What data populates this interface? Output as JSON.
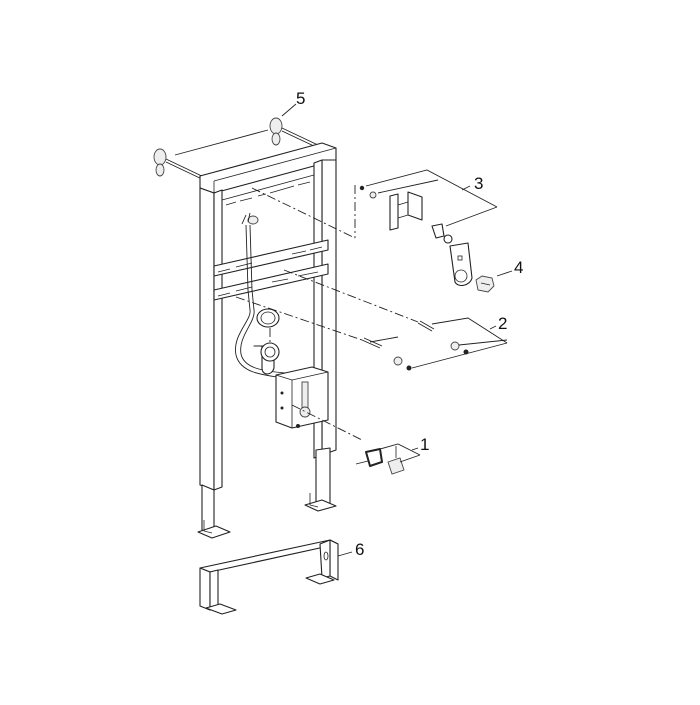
{
  "diagram": {
    "type": "exploded-view technical drawing",
    "subject": "wall-mounted installation frame with fittings",
    "callouts": [
      {
        "id": "1",
        "label": "1",
        "part": "control-module-box"
      },
      {
        "id": "2",
        "label": "2",
        "part": "threaded-rods-washers-nuts"
      },
      {
        "id": "3",
        "label": "3",
        "part": "mounting-bracket-and-fitting"
      },
      {
        "id": "4",
        "label": "4",
        "part": "cap-nut"
      },
      {
        "id": "5",
        "label": "5",
        "part": "wall-anchor-hooks"
      },
      {
        "id": "6",
        "label": "6",
        "part": "floor-base-frame"
      }
    ],
    "colors": {
      "line": "#222222",
      "background": "#ffffff"
    }
  }
}
